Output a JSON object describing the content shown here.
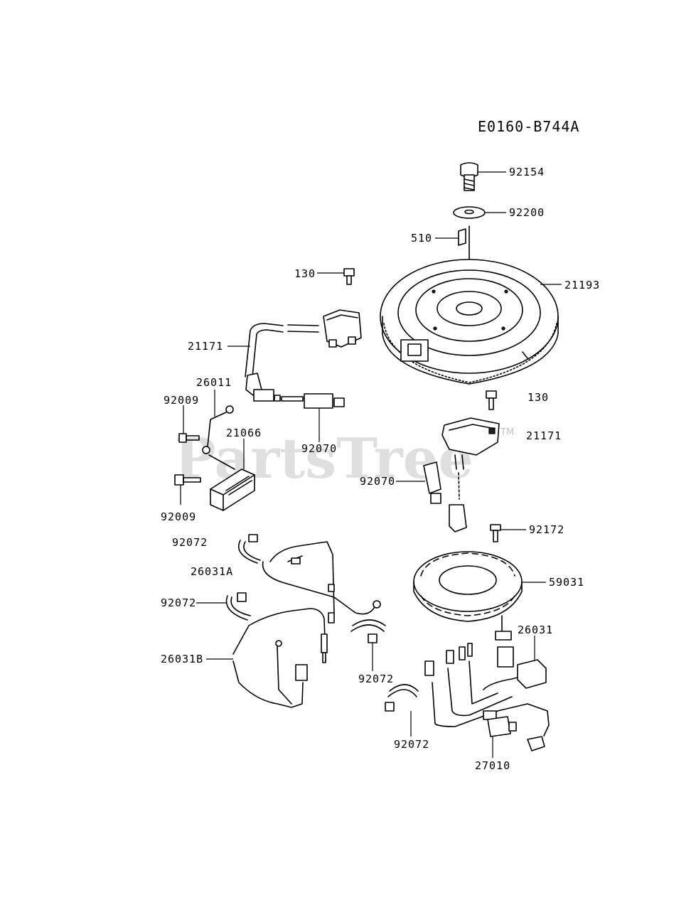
{
  "diagram_code": "E0160-B744A",
  "watermark": {
    "text": "PartsTree",
    "trademark": "TM"
  },
  "parts": [
    "92154",
    "92200",
    "510",
    "21193",
    "130",
    "21171",
    "26011",
    "92009",
    "21066",
    "92070",
    "130",
    "21171",
    "92070",
    "92009",
    "92172",
    "92072",
    "26031A",
    "59031",
    "92072",
    "26031",
    "26031B",
    "92072",
    "92072",
    "27010"
  ],
  "colors": {
    "line": "#000000",
    "watermark": "#c4c4c4",
    "background": "#ffffff"
  }
}
